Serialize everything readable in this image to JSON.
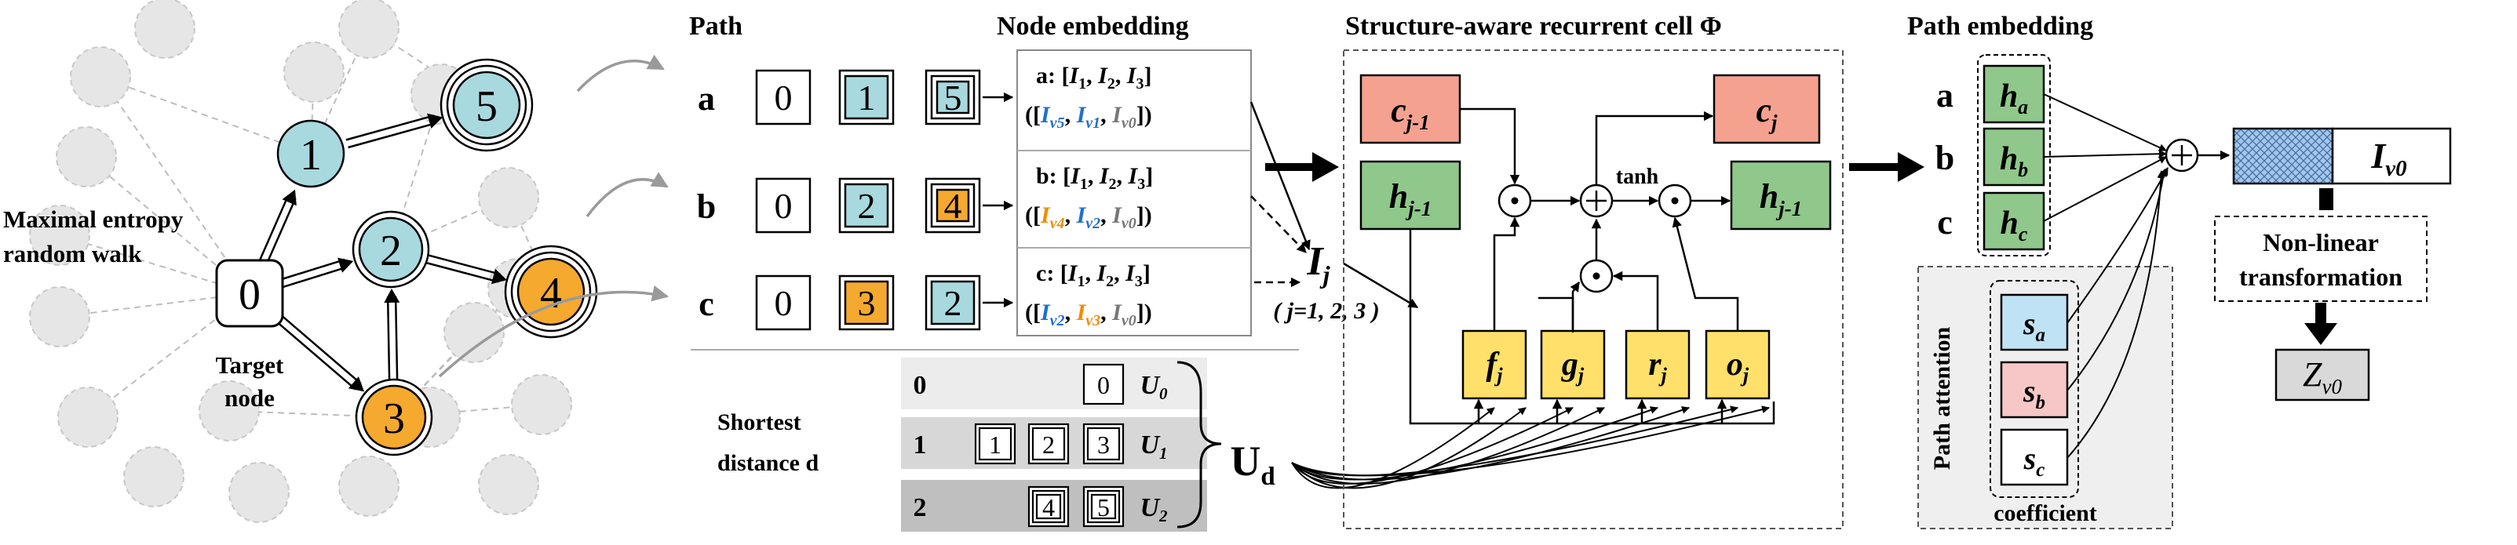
{
  "graph": {
    "method_label_line1": "Maximal entropy",
    "method_label_line2": "random walk",
    "target_label_line1": "Target",
    "target_label_line2": "node",
    "nodes": [
      {
        "id": "0",
        "style": "target",
        "color": "#ffffff"
      },
      {
        "id": "1",
        "style": "single",
        "color": "#a8d9df"
      },
      {
        "id": "2",
        "style": "double",
        "color": "#a8d9df"
      },
      {
        "id": "3",
        "style": "double",
        "color": "#f5a92f"
      },
      {
        "id": "4",
        "style": "triple",
        "color": "#f5a92f"
      },
      {
        "id": "5",
        "style": "triple",
        "color": "#a8d9df"
      }
    ],
    "background_node_color": "#e6e6e6"
  },
  "paths": {
    "header": "Path",
    "rows": [
      {
        "label": "a",
        "cells": [
          {
            "text": "0",
            "color": "#ffffff",
            "ring": 1
          },
          {
            "text": "1",
            "color": "#a8d9df",
            "ring": 2
          },
          {
            "text": "5",
            "color": "#a8d9df",
            "ring": 3
          }
        ]
      },
      {
        "label": "b",
        "cells": [
          {
            "text": "0",
            "color": "#ffffff",
            "ring": 1
          },
          {
            "text": "2",
            "color": "#a8d9df",
            "ring": 2
          },
          {
            "text": "4",
            "color": "#f5a92f",
            "ring": 3
          }
        ]
      },
      {
        "label": "c",
        "cells": [
          {
            "text": "0",
            "color": "#ffffff",
            "ring": 1
          },
          {
            "text": "3",
            "color": "#f5a92f",
            "ring": 2
          },
          {
            "text": "2",
            "color": "#a8d9df",
            "ring": 2
          }
        ]
      }
    ]
  },
  "node_embedding": {
    "header": "Node embedding",
    "rows": [
      {
        "prefix": "a:",
        "seq": [
          "I1",
          "I2",
          "I3"
        ],
        "vecs": [
          {
            "t": "Iv5",
            "c": "#1f6fd1"
          },
          {
            "t": "Iv1",
            "c": "#1f6fd1"
          },
          {
            "t": "Iv0",
            "c": "#777777"
          }
        ]
      },
      {
        "prefix": "b:",
        "seq": [
          "I1",
          "I2",
          "I3"
        ],
        "vecs": [
          {
            "t": "Iv4",
            "c": "#f08c00"
          },
          {
            "t": "Iv2",
            "c": "#1f6fd1"
          },
          {
            "t": "Iv0",
            "c": "#777777"
          }
        ]
      },
      {
        "prefix": "c:",
        "seq": [
          "I1",
          "I2",
          "I3"
        ],
        "vecs": [
          {
            "t": "Iv2",
            "c": "#1f6fd1"
          },
          {
            "t": "Iv3",
            "c": "#f08c00"
          },
          {
            "t": "Iv0",
            "c": "#777777"
          }
        ]
      }
    ],
    "input_symbol": "Ij",
    "input_range": "( j=1, 2, 3 )"
  },
  "shortest_distance": {
    "label_line1": "Shortest",
    "label_line2": "distance d",
    "rows": [
      {
        "d": "0",
        "cells": [
          "0"
        ],
        "u": "U0",
        "shade": "#ececec"
      },
      {
        "d": "1",
        "cells": [
          "1",
          "2",
          "3"
        ],
        "u": "U1",
        "shade": "#d7d7d7"
      },
      {
        "d": "2",
        "cells": [
          "4",
          "5"
        ],
        "u": "U2",
        "shade": "#bfbfbf"
      }
    ],
    "sum_symbol": "Ud"
  },
  "recurrent_cell": {
    "title": "Structure-aware recurrent cell Φ",
    "c_prev": "cj-1",
    "h_prev": "hj-1",
    "c_next": "cj",
    "h_next": "hj-1",
    "tanh": "tanh",
    "gates": [
      "fj",
      "gj",
      "rj",
      "oj"
    ],
    "c_color": "#f4a18f",
    "h_color": "#8fc88a",
    "gate_color": "#ffe06a"
  },
  "path_embedding": {
    "title": "Path embedding",
    "rows": [
      {
        "label": "a",
        "h": "ha"
      },
      {
        "label": "b",
        "h": "hb"
      },
      {
        "label": "c",
        "h": "hc"
      }
    ],
    "output": "Iv0",
    "nonlinear_line1": "Non-linear",
    "nonlinear_line2": "transformation",
    "final": "Zv0",
    "attention_title": "Path attention",
    "attention_caption": "coefficient",
    "attention": [
      {
        "s": "Sa",
        "color": "#bfe3f5"
      },
      {
        "s": "Sb",
        "color": "#f7c7c7"
      },
      {
        "s": "Sc",
        "color": "#ffffff"
      }
    ]
  }
}
